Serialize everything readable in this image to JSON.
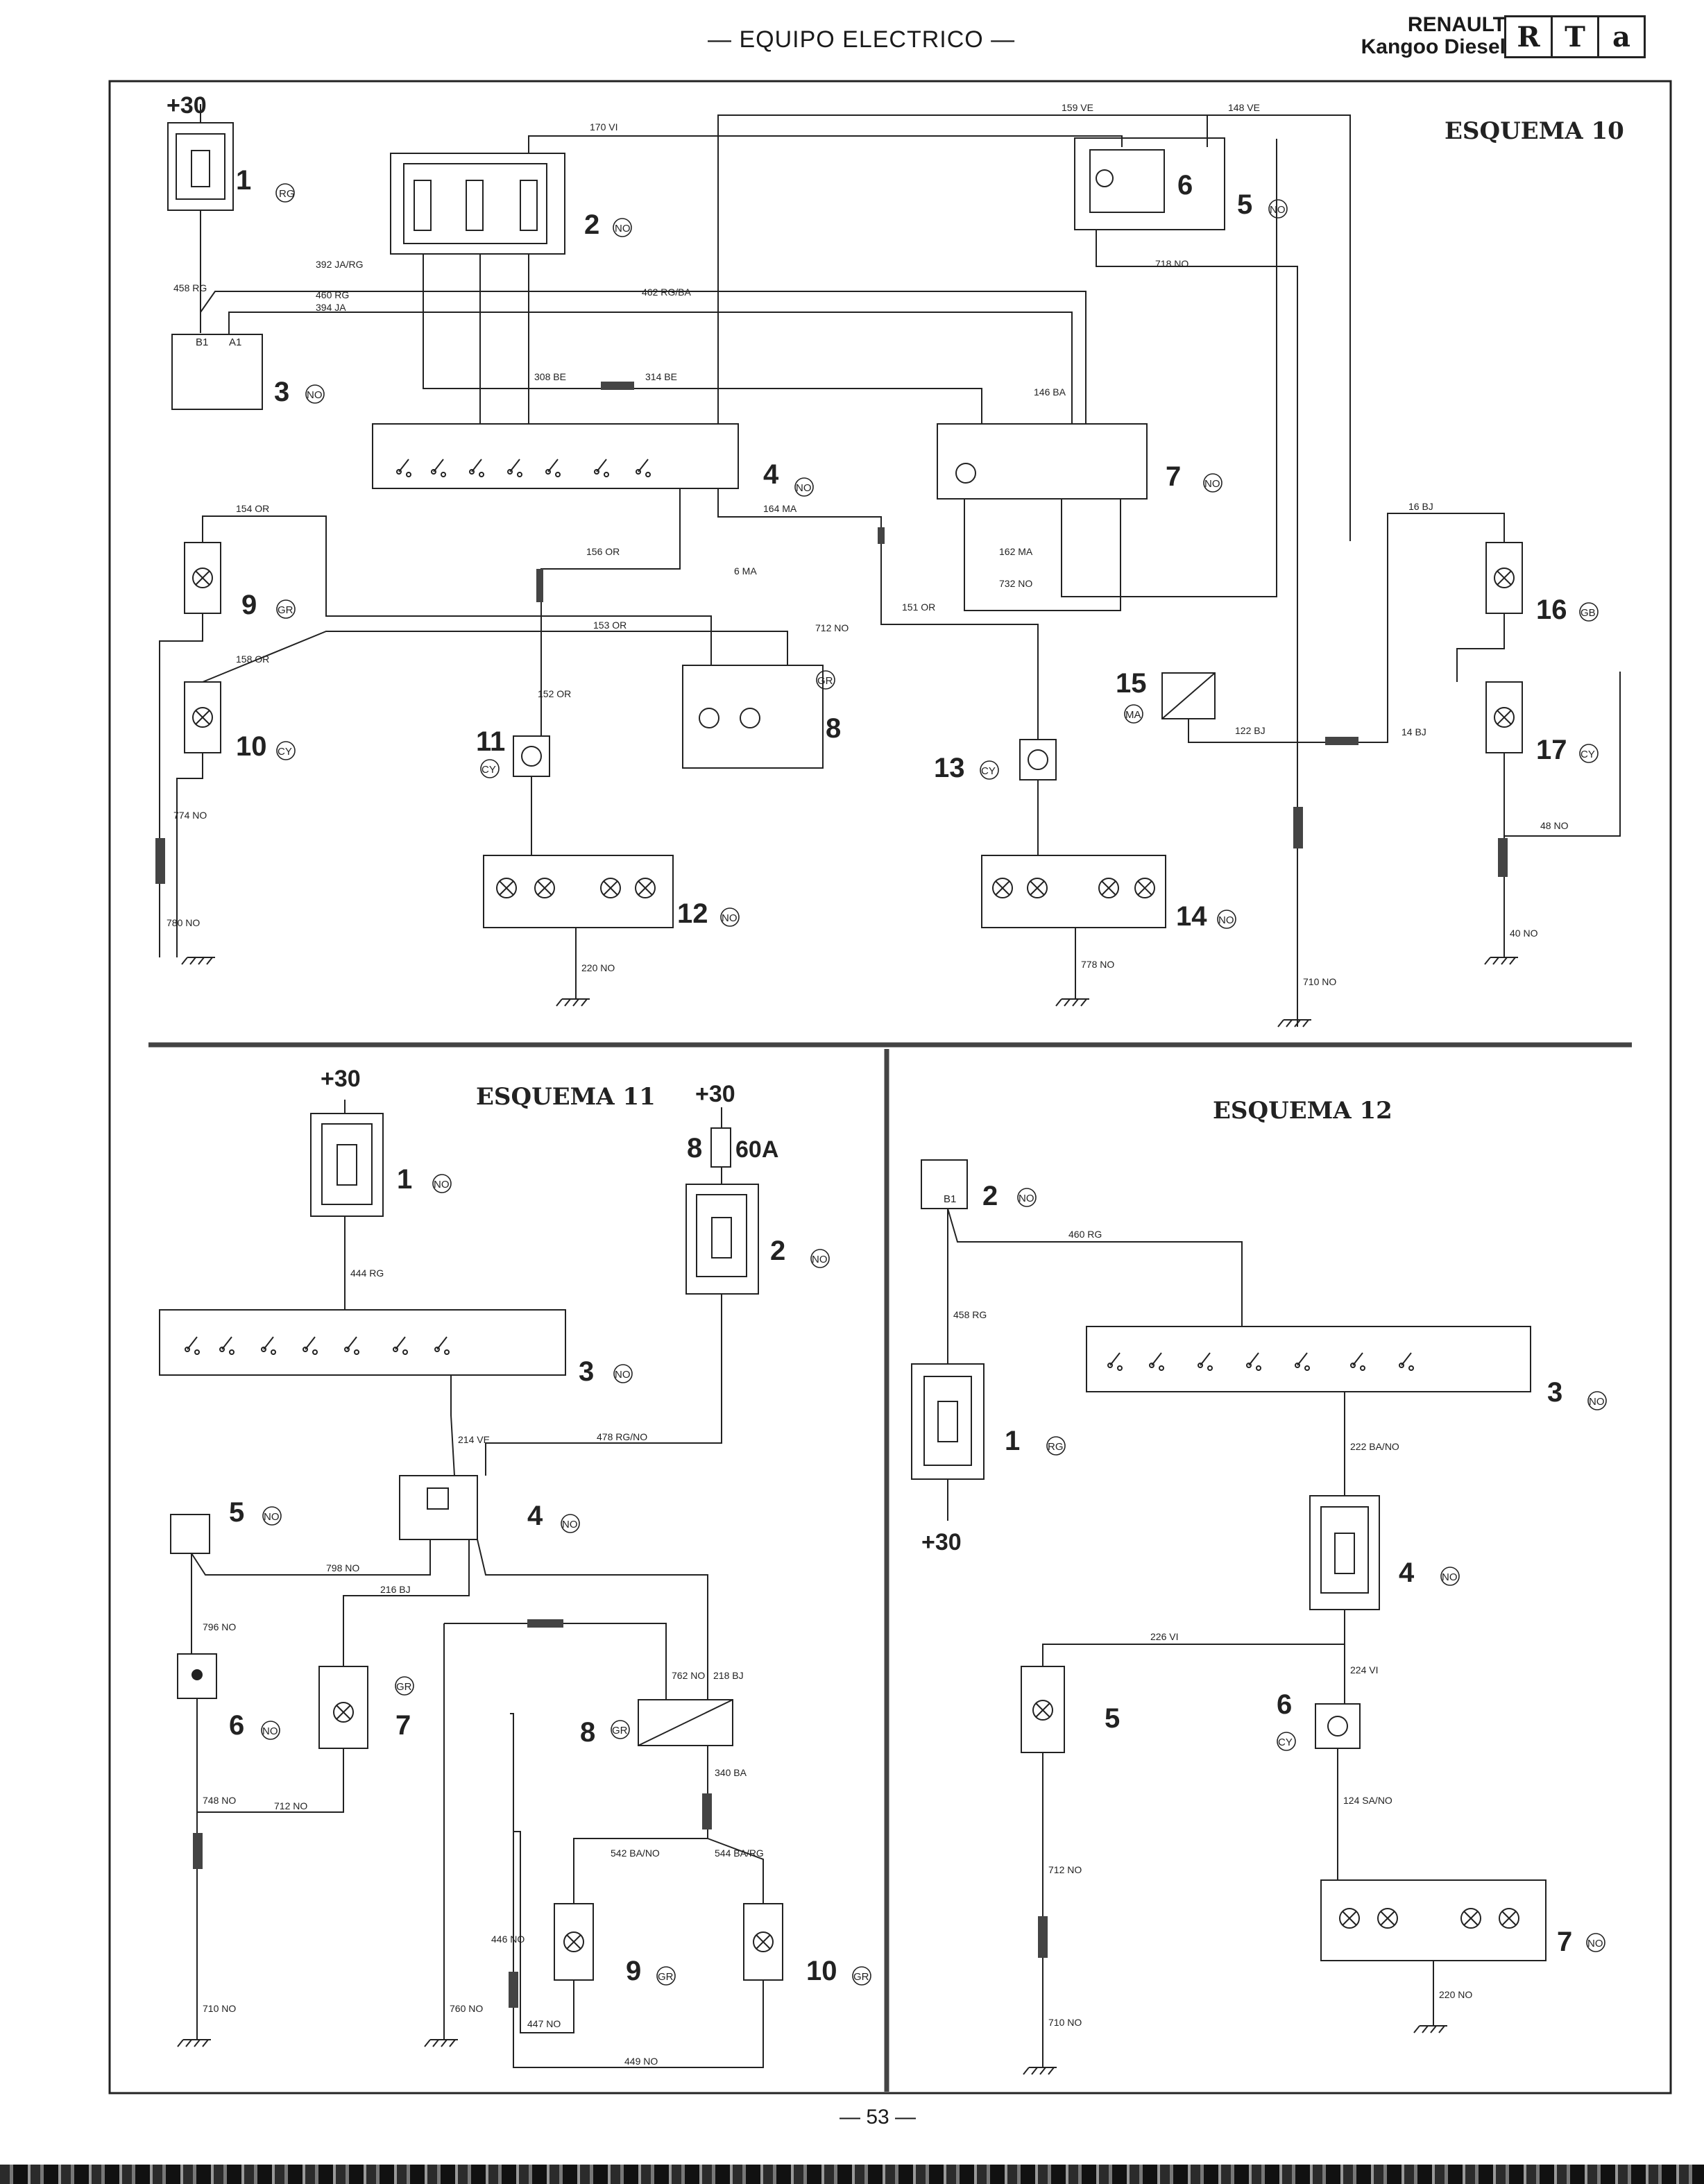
{
  "header": {
    "title": "— EQUIPO ELECTRICO —",
    "brand_line1": "RENAULT",
    "brand_line2": "Kangoo Diesel",
    "logo_letters": [
      "R",
      "T",
      "a"
    ]
  },
  "page_number": "— 53 —",
  "esquema10": {
    "title": "ESQUEMA 10",
    "power": "+30",
    "components": [
      {
        "num": "1",
        "code": "RG"
      },
      {
        "num": "2",
        "code": "NO"
      },
      {
        "num": "3",
        "code": "NO"
      },
      {
        "num": "4",
        "code": "NO"
      },
      {
        "num": "5",
        "code": "NO"
      },
      {
        "num": "6",
        "code": ""
      },
      {
        "num": "7",
        "code": "NO"
      },
      {
        "num": "8",
        "code": "GR"
      },
      {
        "num": "9",
        "code": "GR"
      },
      {
        "num": "10",
        "code": "CY"
      },
      {
        "num": "11",
        "code": "CY"
      },
      {
        "num": "12",
        "code": "NO"
      },
      {
        "num": "13",
        "code": "CY"
      },
      {
        "num": "14",
        "code": "NO"
      },
      {
        "num": "15",
        "code": "MA"
      },
      {
        "num": "16",
        "code": "GB"
      },
      {
        "num": "17",
        "code": "CY"
      }
    ],
    "wires": [
      "170 VI",
      "159 VE",
      "148 VE",
      "392 JA/RG",
      "460 RG",
      "394 JA",
      "462 RG/BA",
      "718 NO",
      "308 BE",
      "314 BE",
      "146 BA",
      "154 OR",
      "164 MA",
      "162 MA",
      "732 NO",
      "156 OR",
      "6 MA",
      "151 OR",
      "153 OR",
      "712 NO",
      "158 OR",
      "16 BJ",
      "122 BJ",
      "14 BJ",
      "48 NO",
      "774 NO",
      "780 NO",
      "152 OR",
      "220 NO",
      "778 NO",
      "710 NO",
      "40 NO",
      "458 RG"
    ]
  },
  "esquema11": {
    "title": "ESQUEMA 11",
    "power": "+30",
    "fuse_label": "60A",
    "components": [
      {
        "num": "1",
        "code": "NO"
      },
      {
        "num": "2",
        "code": "NO"
      },
      {
        "num": "3",
        "code": "NO"
      },
      {
        "num": "4",
        "code": "NO"
      },
      {
        "num": "5",
        "code": "NO"
      },
      {
        "num": "6",
        "code": "NO"
      },
      {
        "num": "7",
        "code": "GR"
      },
      {
        "num": "8",
        "code": "GR"
      },
      {
        "num": "9",
        "code": "GR"
      },
      {
        "num": "10",
        "code": "GR"
      }
    ],
    "wires": [
      "444 RG",
      "214 VE",
      "478 RG/NO",
      "798 NO",
      "216 BJ",
      "762 NO",
      "218 BJ",
      "796 NO",
      "748 NO",
      "712 NO",
      "340 BA",
      "542 BA/NO",
      "544 BA/RG",
      "446 NO",
      "447 NO",
      "449 NO",
      "710 NO",
      "760 NO"
    ]
  },
  "esquema12": {
    "title": "ESQUEMA 12",
    "power": "+30",
    "components": [
      {
        "num": "1",
        "code": "RG"
      },
      {
        "num": "2",
        "code": "NO"
      },
      {
        "num": "3",
        "code": "NO"
      },
      {
        "num": "4",
        "code": "NO"
      },
      {
        "num": "5",
        "code": ""
      },
      {
        "num": "6",
        "code": "CY"
      },
      {
        "num": "7",
        "code": "NO"
      }
    ],
    "wires": [
      "460 RG",
      "458 RG",
      "222 BA/NO",
      "226 VI",
      "224 VI",
      "124 SA/NO",
      "712 NO",
      "710 NO",
      "220 NO"
    ]
  }
}
